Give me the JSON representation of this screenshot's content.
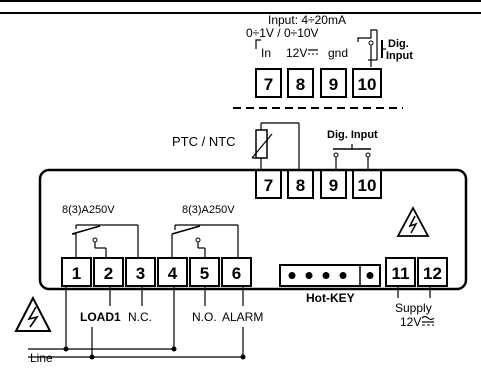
{
  "top_block": {
    "input_line1": "Input: 4÷20mA",
    "input_line2": "0÷1V / 0÷10V",
    "label_in": "In",
    "label_12v": "12V",
    "label_gnd": "gnd",
    "label_dig_input_line1": "Dig.",
    "label_dig_input_line2": "Input",
    "terminals": [
      "7",
      "8",
      "9",
      "10"
    ]
  },
  "middle_block": {
    "sensor_label": "PTC / NTC",
    "dig_input_label": "Dig. Input",
    "terminals": [
      "7",
      "8",
      "9",
      "10"
    ]
  },
  "main_block": {
    "relay1_rating": "8(3)A250V",
    "relay2_rating": "8(3)A250V",
    "terminals_left": [
      "1",
      "2",
      "3",
      "4",
      "5",
      "6"
    ],
    "terminals_right": [
      "11",
      "12"
    ],
    "label_load1": "LOAD1",
    "label_nc": "N.C.",
    "label_no": "N.O.",
    "label_alarm": "ALARM",
    "label_hotkey": "Hot-KEY",
    "label_supply": "Supply",
    "label_supply_voltage": "12V",
    "label_line": "Line"
  }
}
